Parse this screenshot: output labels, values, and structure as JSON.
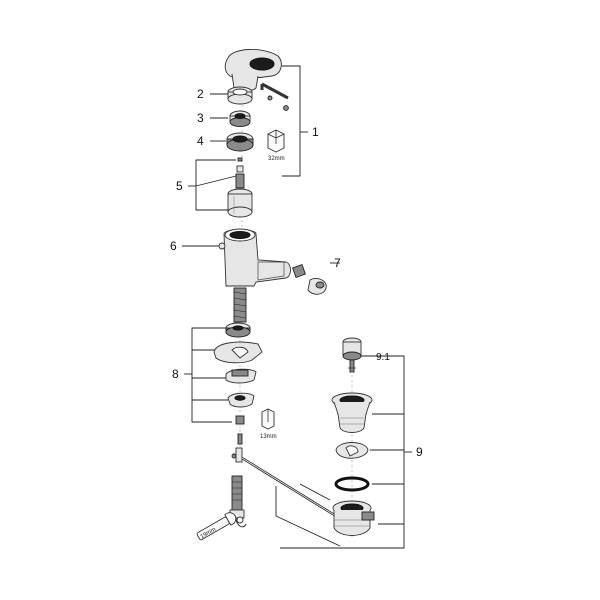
{
  "callouts": {
    "c1": "1",
    "c2": "2",
    "c3": "3",
    "c4": "4",
    "c5": "5",
    "c6": "6",
    "c7": "7",
    "c8": "8",
    "c9": "9",
    "c91": "9.1"
  },
  "dimensions": {
    "d32": "32mm",
    "d13": "13mm",
    "d19": "19mm"
  },
  "icons": [
    "hex-nut",
    "wrench",
    "cartridge",
    "valve-body",
    "pop-up-plug",
    "waste-body",
    "seal-ring"
  ]
}
